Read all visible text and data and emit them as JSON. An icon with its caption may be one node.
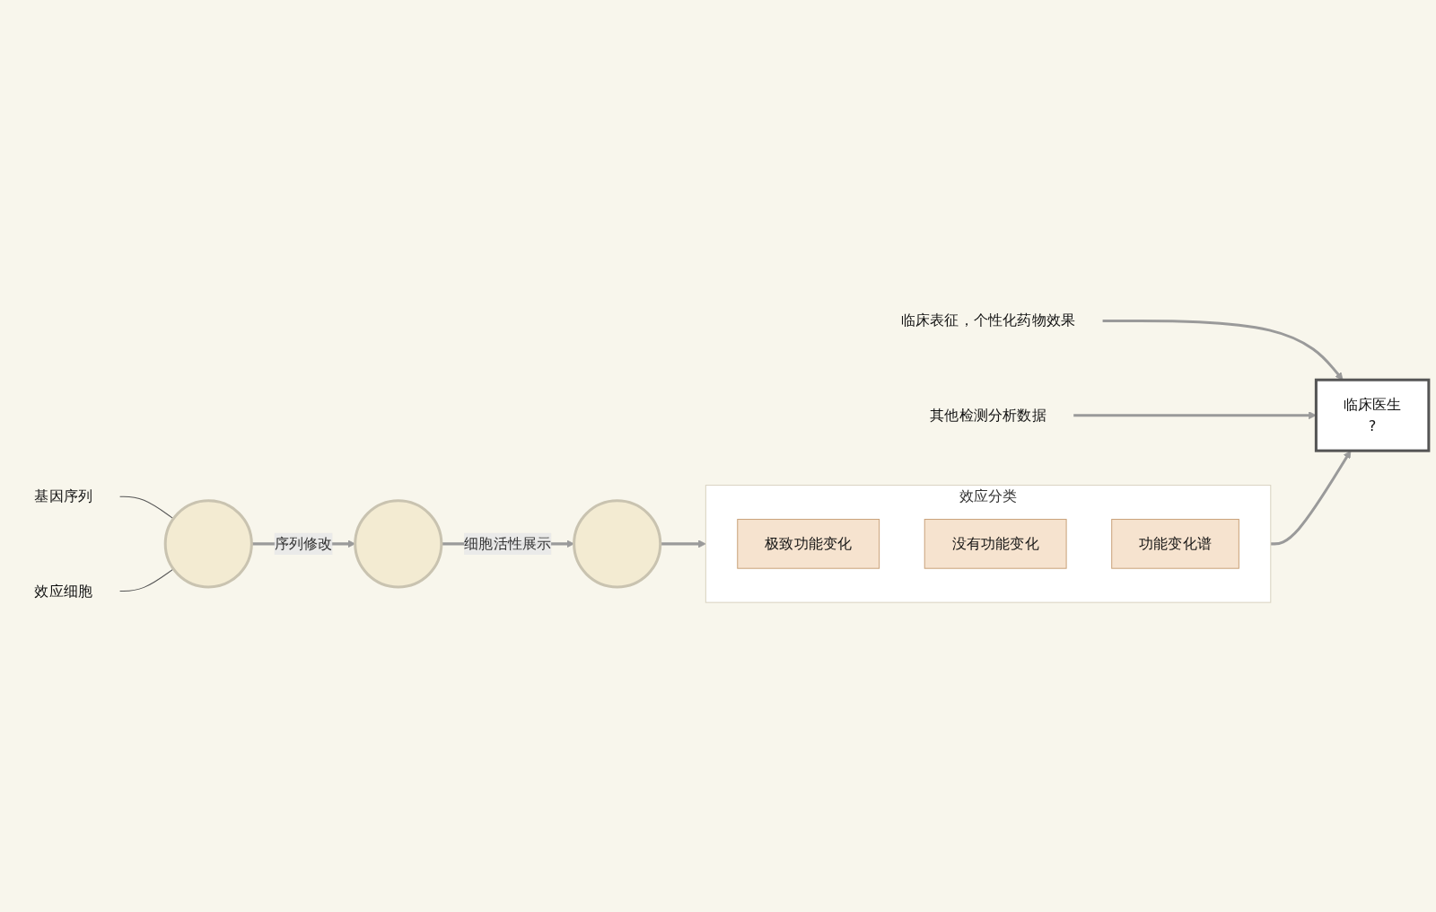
{
  "diagram": {
    "nodes": [
      {
        "text": [
          "基因序列"
        ]
      },
      {
        "text": [
          "效应细胞"
        ]
      },
      {
        "text": [],
        "shape": "picture"
      },
      {
        "text": [],
        "shape": "picture"
      },
      {
        "text": [],
        "shape": "picture"
      },
      {
        "text": [
          "效应分类"
        ]
      },
      {
        "text": [
          "极致功能变化"
        ],
        "in": 5
      },
      {
        "text": [
          "没有功能变化"
        ],
        "in": 5
      },
      {
        "text": [
          "功能变化谱"
        ],
        "in": 5
      },
      {
        "text": [
          "临床医生",
          "?"
        ]
      },
      {
        "text": [
          "临床表征，个性化药物效果"
        ]
      },
      {
        "text": [
          "其他检测分析数据"
        ]
      }
    ],
    "edges": [
      {
        "from": 0,
        "to": 2,
        "arrow": "none"
      },
      {
        "from": 1,
        "to": 2,
        "arrow": "none"
      },
      {
        "from": 2,
        "to": 3,
        "label": "序列修改",
        "arrow": "to"
      },
      {
        "from": 3,
        "to": 4,
        "label": "细胞活性展示",
        "arrow": "to"
      },
      {
        "from": 4,
        "to": 5,
        "arrow": "to"
      },
      {
        "from": 5,
        "to": 9,
        "arrow": "to"
      },
      {
        "from": 10,
        "to": 9,
        "arrow": "to"
      },
      {
        "from": 11,
        "to": 9,
        "arrow": "to"
      }
    ]
  }
}
